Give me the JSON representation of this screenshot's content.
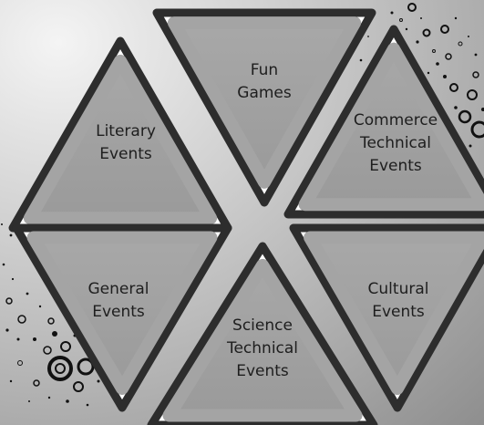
{
  "menu": {
    "items": [
      {
        "id": "fun-games",
        "lines": [
          "Fun",
          "Games"
        ]
      },
      {
        "id": "literary-events",
        "lines": [
          "Literary",
          "Events"
        ]
      },
      {
        "id": "commerce-technical-events",
        "lines": [
          "Commerce",
          "Technical",
          "Events"
        ]
      },
      {
        "id": "general-events",
        "lines": [
          "General",
          "Events"
        ]
      },
      {
        "id": "science-technical-events",
        "lines": [
          "Science",
          "Technical",
          "Events"
        ]
      },
      {
        "id": "cultural-events",
        "lines": [
          "Cultural",
          "Events"
        ]
      }
    ]
  },
  "colors": {
    "background_light": "#f4f4f4",
    "background_dark": "#8f8f8f",
    "triangle_outline": "#2d2d2d",
    "triangle_ring": "#ffffff",
    "triangle_fill": "#a1a1a1",
    "label_text": "#1e1e1e",
    "ornament": "#111111"
  }
}
